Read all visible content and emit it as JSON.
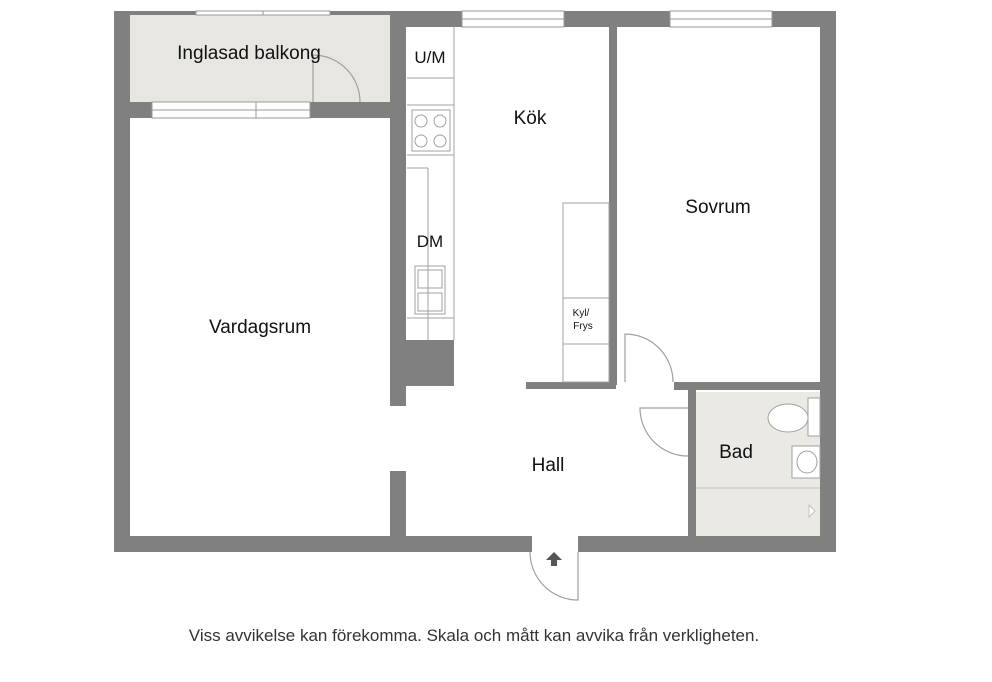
{
  "rooms": {
    "balcony": "Inglasad balkong",
    "living_room": "Vardagsrum",
    "kitchen": "Kök",
    "bedroom": "Sovrum",
    "hall": "Hall",
    "bathroom": "Bad",
    "washer_dryer": "U/M",
    "dishwasher": "DM",
    "fridge_line1": "Kyl/",
    "fridge_line2": "Frys"
  },
  "disclaimer": "Viss avvikelse kan förekomma. Skala och mått kan avvika från verkligheten.",
  "icons": {
    "entrance": "arrow-up-icon",
    "stove": "stove-icon",
    "sink": "sink-icon",
    "toilet": "toilet-icon",
    "washbasin": "washbasin-icon"
  },
  "colors": {
    "wall": "#808080",
    "balcony_floor": "#e8e6e1",
    "bathroom_floor": "#ebe9e4",
    "fixture_line": "#a0a0a0",
    "text": "#111111"
  }
}
